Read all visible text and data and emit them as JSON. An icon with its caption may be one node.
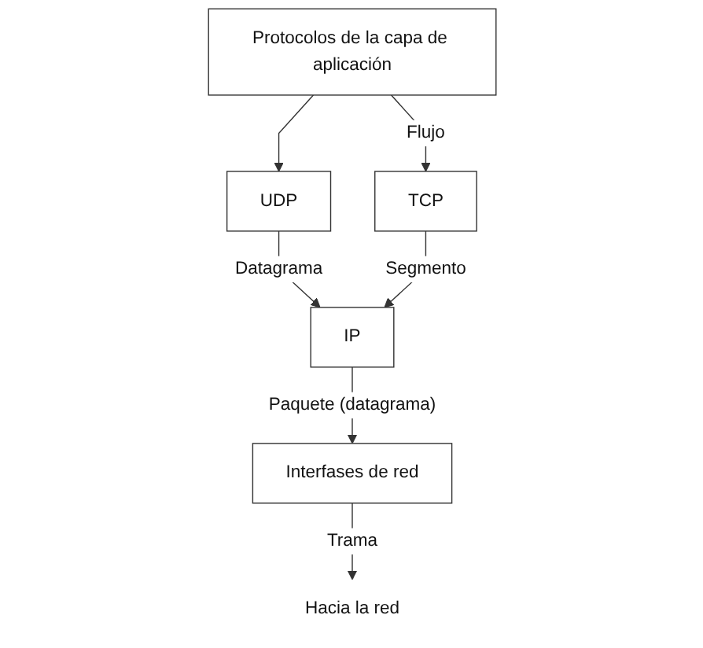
{
  "diagram": {
    "nodes": [
      {
        "text": [
          "Protocolos de la capa de aplicación"
        ]
      },
      {
        "text": [
          "UDP"
        ]
      },
      {
        "text": [
          "TCP"
        ]
      },
      {
        "text": [
          "IP"
        ]
      },
      {
        "text": [
          "Interfases de red"
        ]
      },
      {
        "text": [
          "Hacia la red"
        ]
      }
    ],
    "edges": [
      {
        "from": 0,
        "to": 1,
        "arrow": "to"
      },
      {
        "from": 0,
        "to": 2,
        "arrow": "to",
        "label": "Flujo"
      },
      {
        "from": 1,
        "to": 3,
        "arrow": "to",
        "label": "Datagrama"
      },
      {
        "from": 2,
        "to": 3,
        "arrow": "to",
        "label": "Segmento"
      },
      {
        "from": 3,
        "to": 4,
        "arrow": "to",
        "label": "Paquete (datagrama)"
      },
      {
        "from": 4,
        "to": 5,
        "arrow": "to",
        "label": "Trama"
      }
    ]
  }
}
